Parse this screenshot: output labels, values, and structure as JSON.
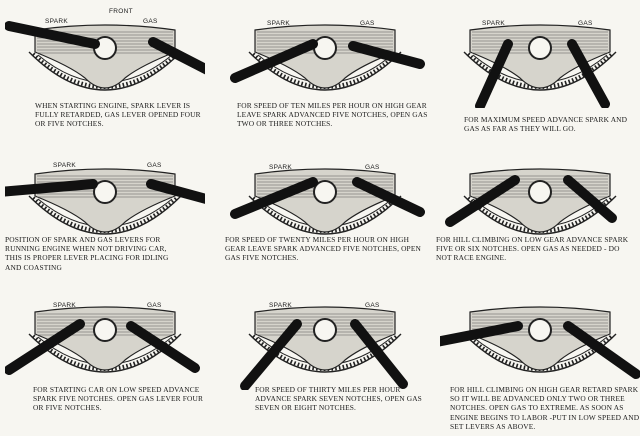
{
  "diagram_labels": {
    "spark": "SPARK",
    "gas": "GAS",
    "front": "FRONT"
  },
  "panels": [
    {
      "caption": "WHEN STARTING ENGINE, SPARK LEVER IS FULLY RETARDED, GAS LEVER OPENED FOUR OR FIVE NOTCHES.",
      "show_front": true
    },
    {
      "caption": "FOR SPEED OF TEN MILES PER HOUR ON HIGH GEAR LEAVE SPARK ADVANCED FIVE NOTCHES, OPEN GAS TWO OR THREE NOTCHES."
    },
    {
      "caption": "FOR MAXIMUM SPEED ADVANCE SPARK AND GAS AS FAR AS THEY WILL GO."
    },
    {
      "caption": "POSITION OF SPARK AND GAS LEVERS FOR RUNNING ENGINE WHEN NOT DRIVING CAR, THIS IS PROPER LEVER PLACING FOR IDLING AND COASTING"
    },
    {
      "caption": "FOR SPEED OF TWENTY MILES PER HOUR ON HIGH GEAR LEAVE SPARK ADVANCED FIVE NOTCHES, OPEN GAS FIVE NOTCHES."
    },
    {
      "caption": "FOR HILL CLIMBING ON LOW GEAR ADVANCE SPARK FIVE OR SIX NOTCHES. OPEN GAS AS NEEDED - DO NOT RACE ENGINE."
    },
    {
      "caption": "FOR STARTING CAR ON LOW SPEED ADVANCE SPARK FIVE NOTCHES. OPEN GAS LEVER FOUR OR FIVE NOTCHES."
    },
    {
      "caption": "FOR SPEED OF THIRTY MILES PER HOUR ADVANCE SPARK SEVEN NOTCHES, OPEN GAS SEVEN OR EIGHT NOTCHES."
    },
    {
      "caption": "FOR HILL CLIMBING ON HIGH GEAR RETARD SPARK SO IT WILL BE ADVANCED ONLY TWO OR THREE NOTCHES. OPEN GAS TO EXTREME. AS SOON AS ENGINE BEGINS TO LABOR -PUT IN LOW SPEED AND SET LEVERS AS ABOVE."
    }
  ]
}
